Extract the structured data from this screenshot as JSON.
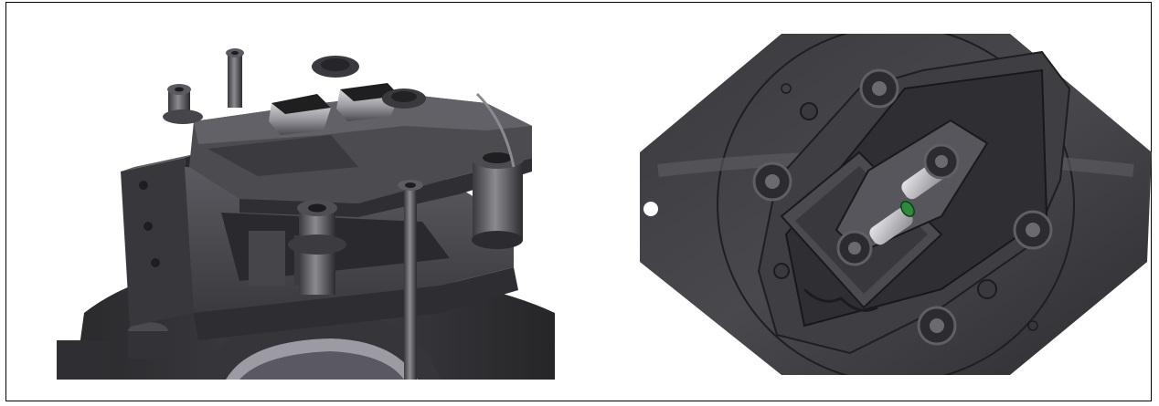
{
  "figure": {
    "panels": [
      {
        "id": "left",
        "view": "perspective"
      },
      {
        "id": "right",
        "view": "top"
      }
    ],
    "colors": {
      "metal_dark": "#2e2e31",
      "metal_mid": "#4a4a4f",
      "metal_light": "#6e6e74",
      "highlight": "#d9d9de",
      "accent_green": "#2e8b3a",
      "background": "#ffffff",
      "border": "#000000"
    }
  }
}
